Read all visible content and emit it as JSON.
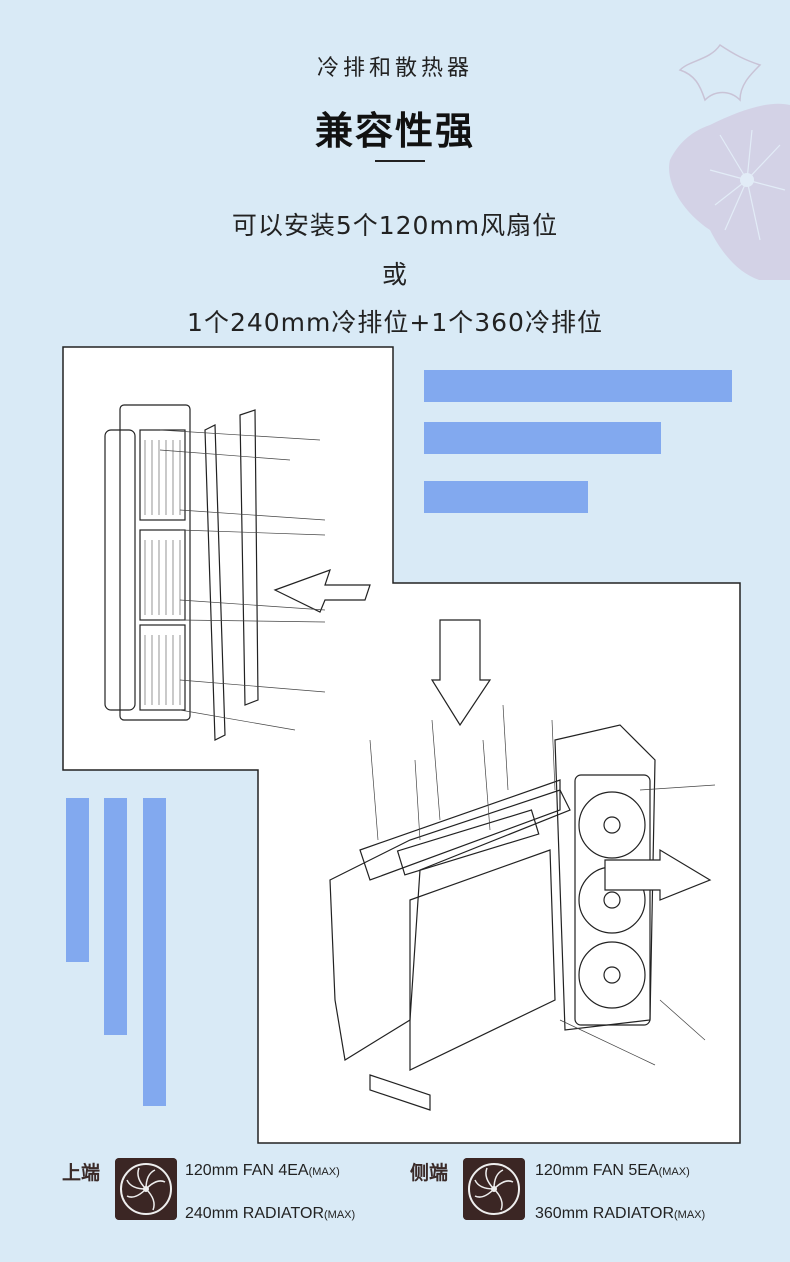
{
  "header": {
    "subtitle": "冷排和散热器",
    "title": "兼容性强",
    "line1": "可以安装5个120mm风扇位",
    "line2": "或",
    "line3": "1个240mm冷排位+1个360冷排位"
  },
  "colors": {
    "background": "#d9eaf6",
    "accent_bar": "#82a9ef",
    "icon_bg": "#3b2624"
  },
  "legend": [
    {
      "label": "上端",
      "icon": "fan-icon",
      "fan_text": "120mm FAN 4EA",
      "fan_suffix": "(MAX)",
      "rad_text": "240mm RADIATOR",
      "rad_suffix": "(MAX)"
    },
    {
      "label": "侧端",
      "icon": "fan-icon",
      "fan_text": "120mm FAN 5EA",
      "fan_suffix": "(MAX)",
      "rad_text": "360mm RADIATOR",
      "rad_suffix": "(MAX)"
    }
  ]
}
